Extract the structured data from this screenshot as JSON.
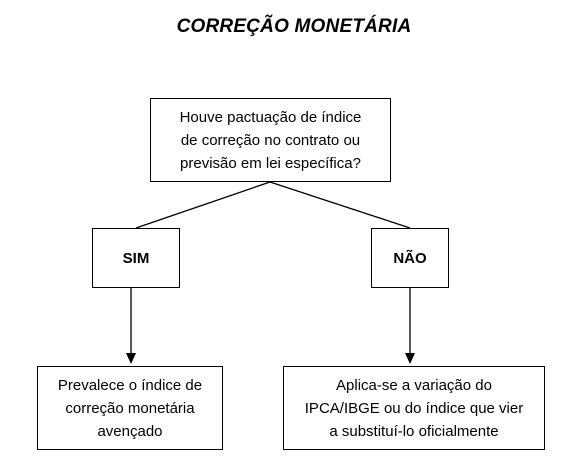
{
  "title": "CORREÇÃO MONETÁRIA",
  "question": {
    "text": "Houve pactuação de índice\nde correção no contrato ou\nprevisão em lei específica?"
  },
  "answers": {
    "yes": "SIM",
    "no": "NÃO"
  },
  "outcomes": {
    "yes": "Prevalece o índice de\ncorreção monetária\navençado",
    "no": "Aplica-se a variação do\nIPCA/IBGE ou do índice que vier\na substituí-lo oficialmente"
  }
}
